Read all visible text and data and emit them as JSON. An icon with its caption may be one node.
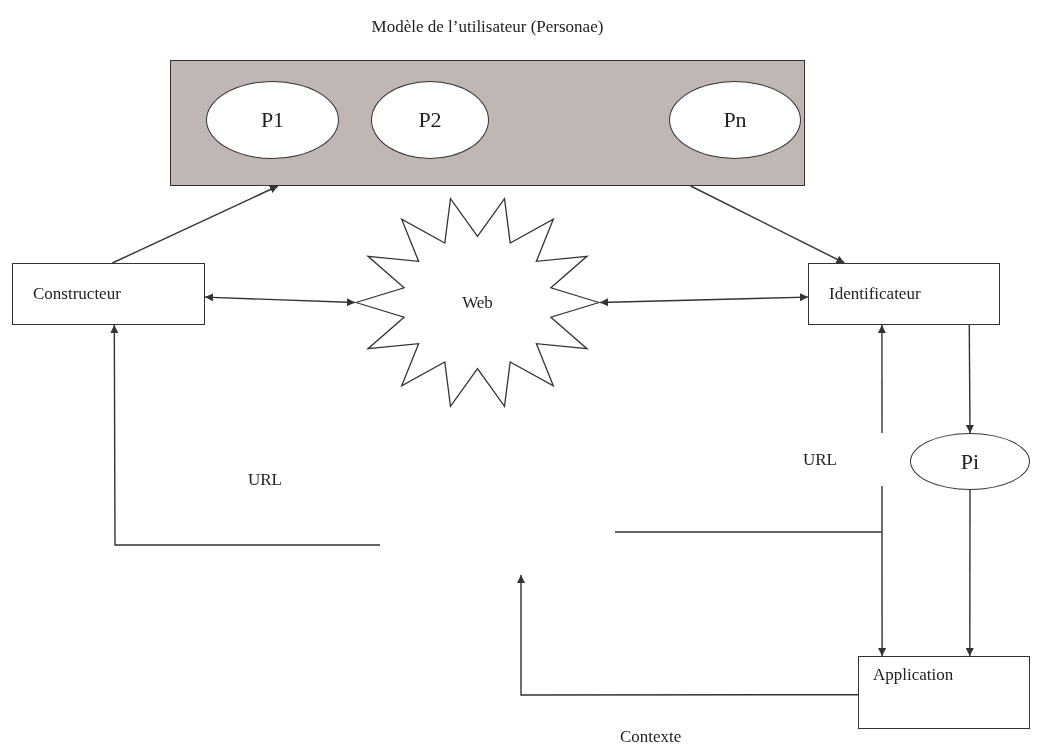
{
  "diagram": {
    "nodes": [
      {
        "text": [
          "Modèle de l’utilisateur (Personae)"
        ]
      },
      {
        "text": [
          "P1"
        ],
        "in": 0
      },
      {
        "text": [
          "P2"
        ],
        "in": 0
      },
      {
        "text": [
          "Pn"
        ],
        "in": 0
      },
      {
        "text": [
          "Constructeur"
        ]
      },
      {
        "text": [
          "Web"
        ]
      },
      {
        "text": [
          "Identificateur"
        ]
      },
      {
        "text": [
          "Pi"
        ]
      },
      {
        "text": [
          "Application"
        ]
      }
    ],
    "edges": [
      {
        "from": 4,
        "to": 0,
        "arrow": "to"
      },
      {
        "from": 0,
        "to": 6,
        "arrow": "to"
      },
      {
        "from": 4,
        "to": 5,
        "arrow": "both"
      },
      {
        "from": 5,
        "to": 6,
        "arrow": "both"
      },
      {
        "from": 6,
        "to": 7,
        "arrow": "to"
      },
      {
        "from": 7,
        "to": 8,
        "arrow": "to"
      },
      {
        "from": null,
        "to": 4,
        "arrow": "to"
      },
      {
        "from": null,
        "to": 6,
        "arrow": "to"
      },
      {
        "from": null,
        "to": 8,
        "arrow": "to"
      },
      {
        "from": 8,
        "to": null,
        "arrow": "to"
      }
    ],
    "labels": [
      "URL",
      "URL",
      "Contexte"
    ]
  }
}
